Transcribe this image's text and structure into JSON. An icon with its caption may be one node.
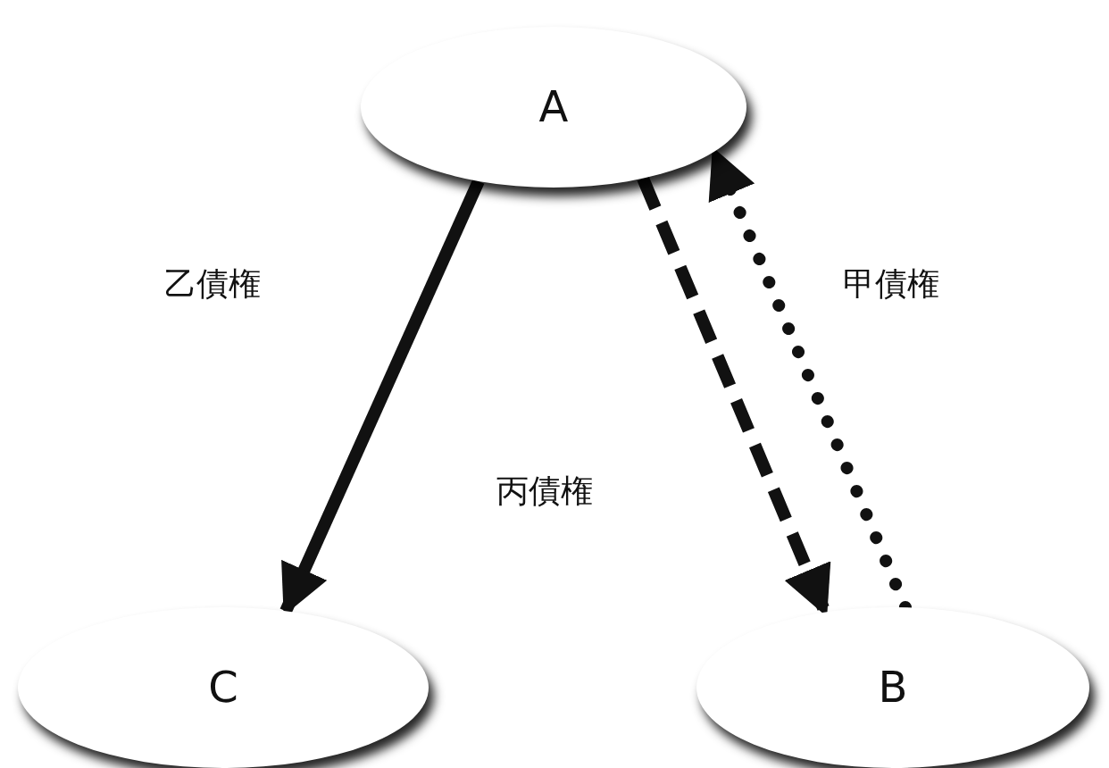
{
  "diagram": {
    "nodes": [
      {
        "text": [
          "A"
        ]
      },
      {
        "text": [
          "C"
        ]
      },
      {
        "text": [
          "B"
        ]
      }
    ],
    "edges": [
      {
        "from": 0,
        "to": 1,
        "arrow": "to",
        "label": "乙債権"
      },
      {
        "from": 0,
        "to": 2,
        "arrow": "to",
        "style": "dashed"
      },
      {
        "from": 2,
        "to": 0,
        "arrow": "to",
        "label": "甲債権",
        "style": "dashed"
      }
    ],
    "labels": [
      "丙債権"
    ]
  }
}
